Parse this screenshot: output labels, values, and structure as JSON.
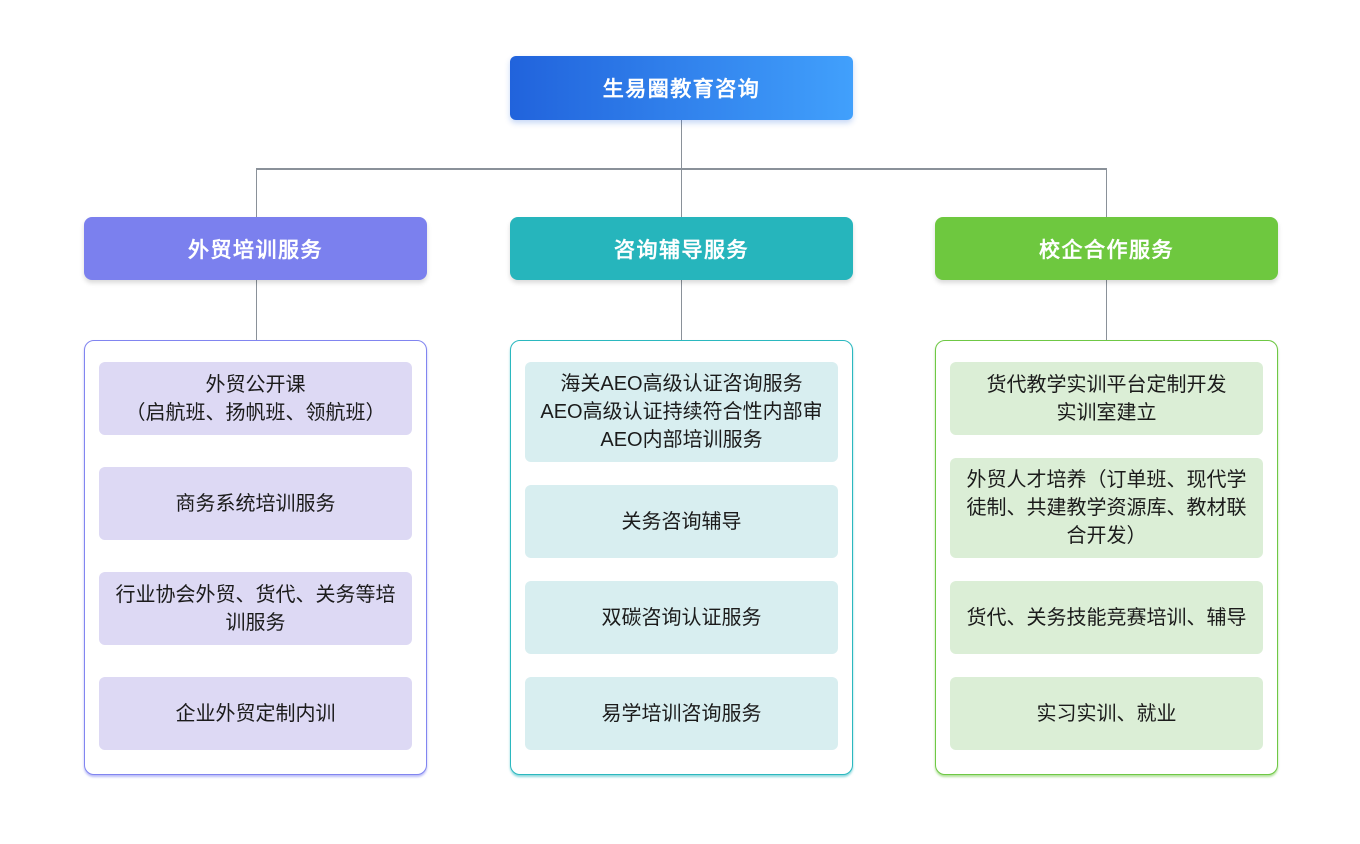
{
  "diagram": {
    "root": {
      "label": "生易圈教育咨询"
    },
    "branches": [
      {
        "label": "外贸培训服务",
        "items": [
          {
            "lines": [
              "外贸公开课",
              "（启航班、扬帆班、领航班）"
            ]
          },
          {
            "lines": [
              "商务系统培训服务"
            ]
          },
          {
            "lines": [
              "行业协会外贸、货代、关务等培训服务"
            ]
          },
          {
            "lines": [
              "企业外贸定制内训"
            ]
          }
        ]
      },
      {
        "label": "咨询辅导服务",
        "items": [
          {
            "lines": [
              "海关AEO高级认证咨询服务",
              "AEO高级认证持续符合性内部审",
              "AEO内部培训服务"
            ]
          },
          {
            "lines": [
              "关务咨询辅导"
            ]
          },
          {
            "lines": [
              "双碳咨询认证服务"
            ]
          },
          {
            "lines": [
              "易学培训咨询服务"
            ]
          }
        ]
      },
      {
        "label": "校企合作服务",
        "items": [
          {
            "lines": [
              "货代教学实训平台定制开发",
              "实训室建立"
            ]
          },
          {
            "lines": [
              "外贸人才培养（订单班、现代学徒制、共建教学资源库、教材联合开发）"
            ]
          },
          {
            "lines": [
              "货代、关务技能竞赛培训、辅导"
            ]
          },
          {
            "lines": [
              "实习实训、就业"
            ]
          }
        ]
      }
    ],
    "colors": {
      "root_gradient_from": "#2163DC",
      "root_gradient_to": "#41A0FC",
      "branch1_header": "#7B80EE",
      "branch1_border": "#8185F0",
      "branch1_item_bg": "#DDD9F4",
      "branch2_header": "#26B5BC",
      "branch2_border": "#2BB8BF",
      "branch2_item_bg": "#D8EEF0",
      "branch3_header": "#6EC83F",
      "branch3_border": "#6FC845",
      "branch3_item_bg": "#DBEED6",
      "connector": "#8A9199",
      "item_text": "#1b1b1b"
    }
  }
}
